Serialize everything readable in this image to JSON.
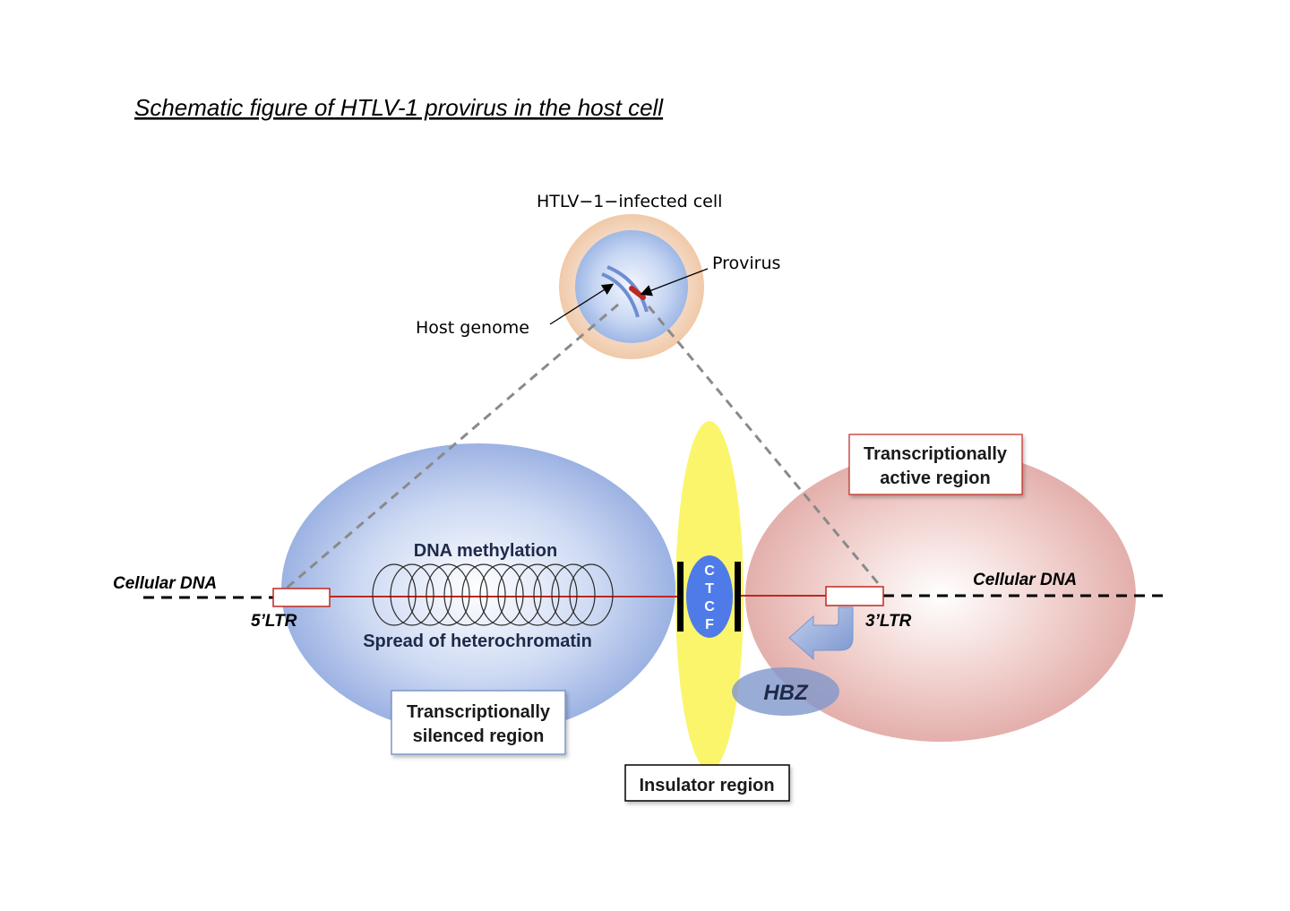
{
  "title": "Schematic figure of HTLV-1 provirus in the host cell",
  "cell": {
    "heading": "HTLV−1−infected cell",
    "provirus_label": "Provirus",
    "host_genome_label": "Host genome"
  },
  "dna": {
    "left_label": "Cellular DNA",
    "right_label": "Cellular DNA",
    "ltr5_label": "5’LTR",
    "ltr3_label": "3’LTR"
  },
  "silenced": {
    "methylation_label": "DNA methylation",
    "heterochromatin_label": "Spread of heterochromatin",
    "box_line1": "Transcriptionally",
    "box_line2": "silenced region"
  },
  "active": {
    "box_line1": "Transcriptionally",
    "box_line2": "active region"
  },
  "insulator": {
    "ctcf_letters": [
      "C",
      "T",
      "C",
      "F"
    ],
    "box_label": "Insulator region"
  },
  "hbz_label": "HBZ",
  "colors": {
    "silenced_region": "#8fa8de",
    "active_region": "#e0a7a3",
    "insulator": "#fbf56c",
    "ctcf": "#4f7be9",
    "provirus": "#c0281f",
    "hbz": "#7f97cc"
  }
}
